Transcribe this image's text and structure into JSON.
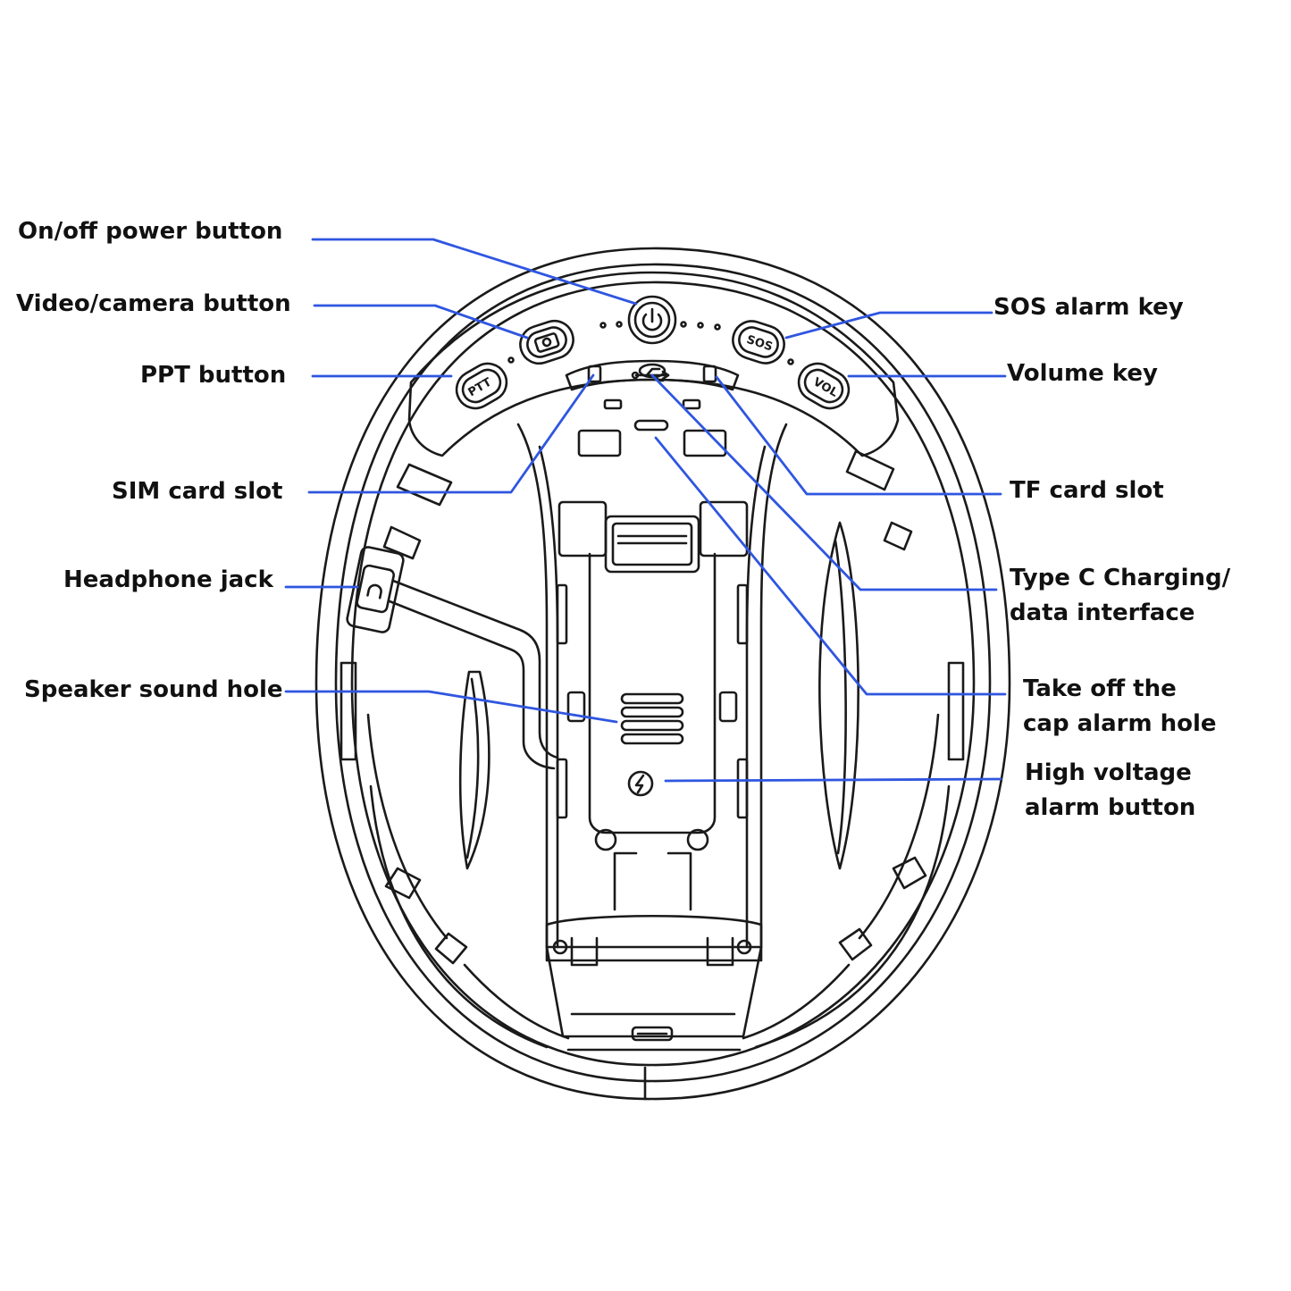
{
  "colors": {
    "leader": "#2f56e0",
    "outline": "#1a1a1a",
    "text": "#111111",
    "background": "#ffffff"
  },
  "button_marks": {
    "ptt": "PTT",
    "sos": "SOS",
    "vol": "VOL"
  },
  "icons": [
    "power-icon",
    "camera-icon",
    "usb-icon",
    "lightning-icon",
    "headphone-icon"
  ],
  "labels": {
    "power": "On/off power button",
    "video": "Video/camera button",
    "ppt": "PPT button",
    "sim": "SIM card slot",
    "headphone": "Headphone jack",
    "speaker": "Speaker sound hole",
    "sos": "SOS alarm key",
    "volume": "Volume key",
    "tf": "TF card slot",
    "typec_1": "Type C Charging/",
    "typec_2": "data interface",
    "takeoff_1": "Take off the",
    "takeoff_2": "cap alarm hole",
    "hv_1": "High voltage",
    "hv_2": "alarm button"
  }
}
